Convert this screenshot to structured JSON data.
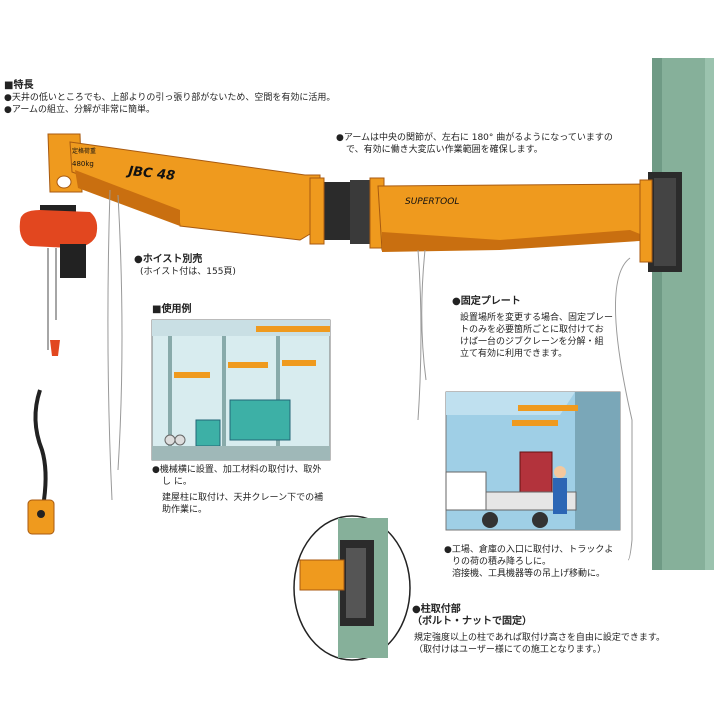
{
  "features": {
    "heading": "■特長",
    "bullets": [
      "●天井の低いところでも、上部よりの引っ張り部がないため、空間を有効に活用。",
      "●アームの組立、分解が非常に簡単。"
    ]
  },
  "arm_note": {
    "line1": "●アームは中央の関節が、左右に 180° 曲がるようになっていますの",
    "line2": "で、有効に働き大変広い作業範囲を確保します。"
  },
  "crane": {
    "model_label": "JBC 48",
    "capacity_label": "定格荷重",
    "capacity_value": "480kg",
    "brand": "SUPERTOOL"
  },
  "hoist": {
    "title": "●ホイスト別売",
    "note": "(ホイスト付は、155頁)"
  },
  "usage": {
    "heading": "■使用例",
    "caption_lines": [
      "●機械横に設置、加工材料の取付け、取外",
      "し に。",
      "建屋柱に取付け、天井クレーン下での補",
      "助作業に。"
    ]
  },
  "plate": {
    "title": "●固定プレート",
    "lines": [
      "設置場所を変更する場合、固定プレー",
      "トのみを必要箇所ごとに取付けてお",
      "けば一台のジブクレーンを分解・組",
      "立て有効に利用できます。"
    ]
  },
  "truck": {
    "caption_lines": [
      "●工場、倉庫の入口に取付け、トラックよ",
      "りの荷の積み降ろしに。",
      "溶接機、工具機器等の吊上げ移動に。"
    ]
  },
  "mount": {
    "title1": "●柱取付部",
    "title2": "（ボルト・ナットで固定）",
    "line1": "規定強度以上の柱であれば取付け高さを自由に設定できます。",
    "line2": "（取付けはユーザー様にての施工となります。）"
  },
  "colors": {
    "arm_orange": "#ef9a1e",
    "arm_dark": "#c96f10",
    "column_green": "#86b09a",
    "hoist_red": "#e2471f",
    "panel_bg": "#d8ecef"
  }
}
